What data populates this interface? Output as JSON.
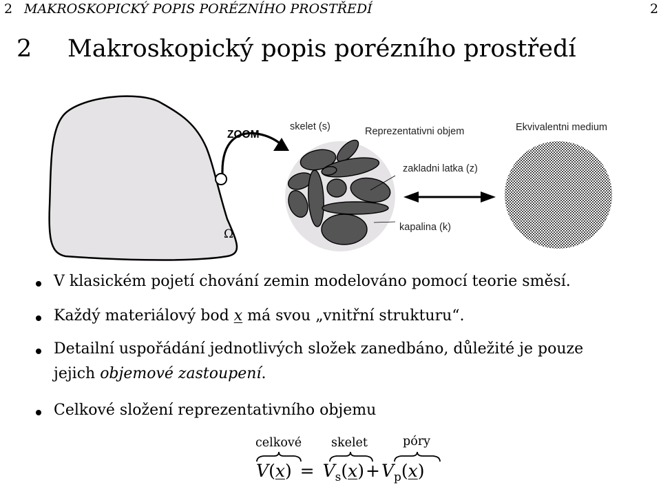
{
  "header": {
    "section_number": "2",
    "running_title": "MAKROSKOPICKÝ POPIS PORÉZNÍHO PROSTŘEDÍ",
    "page_number": "2"
  },
  "section": {
    "number": "2",
    "title": "Makroskopický popis porézního prostředí"
  },
  "figure": {
    "zoom_label": "ZOOM",
    "omega_label": "Ω",
    "skelet_label": "skelet (s)",
    "rev_label": "Reprezentativni objem",
    "medium_label": "Ekvivalentni medium",
    "matrix_label": "zakladni latka (z)",
    "fluid_label": "kapalina (k)",
    "colors": {
      "domain_fill": "#e6e3e6",
      "grain_fill": "#555555",
      "outline": "#000000"
    }
  },
  "bullets": [
    {
      "text": "V klasickém pojetí chování zemin modelováno pomocí teorie směsí."
    },
    {
      "pre": "Každý materiálový bod ",
      "var": "x",
      "post": " má svou „vnitřní strukturu“."
    },
    {
      "line1": "Detailní uspořádání jednotlivých složek zanedbáno, důležité je pouze",
      "line2_pre": "jejich ",
      "line2_italic": "objemové zastoupení",
      "line2_post": "."
    },
    {
      "text": "Celkové složení reprezentativního objemu"
    }
  ],
  "equation": {
    "label_total": "celkové",
    "label_skeleton": "skelet",
    "label_pores": "póry",
    "V": "V",
    "x": "x",
    "sub_s": "s",
    "sub_p": "p",
    "equals": "=",
    "plus": "+",
    "lparen": "(",
    "rparen": ")"
  }
}
